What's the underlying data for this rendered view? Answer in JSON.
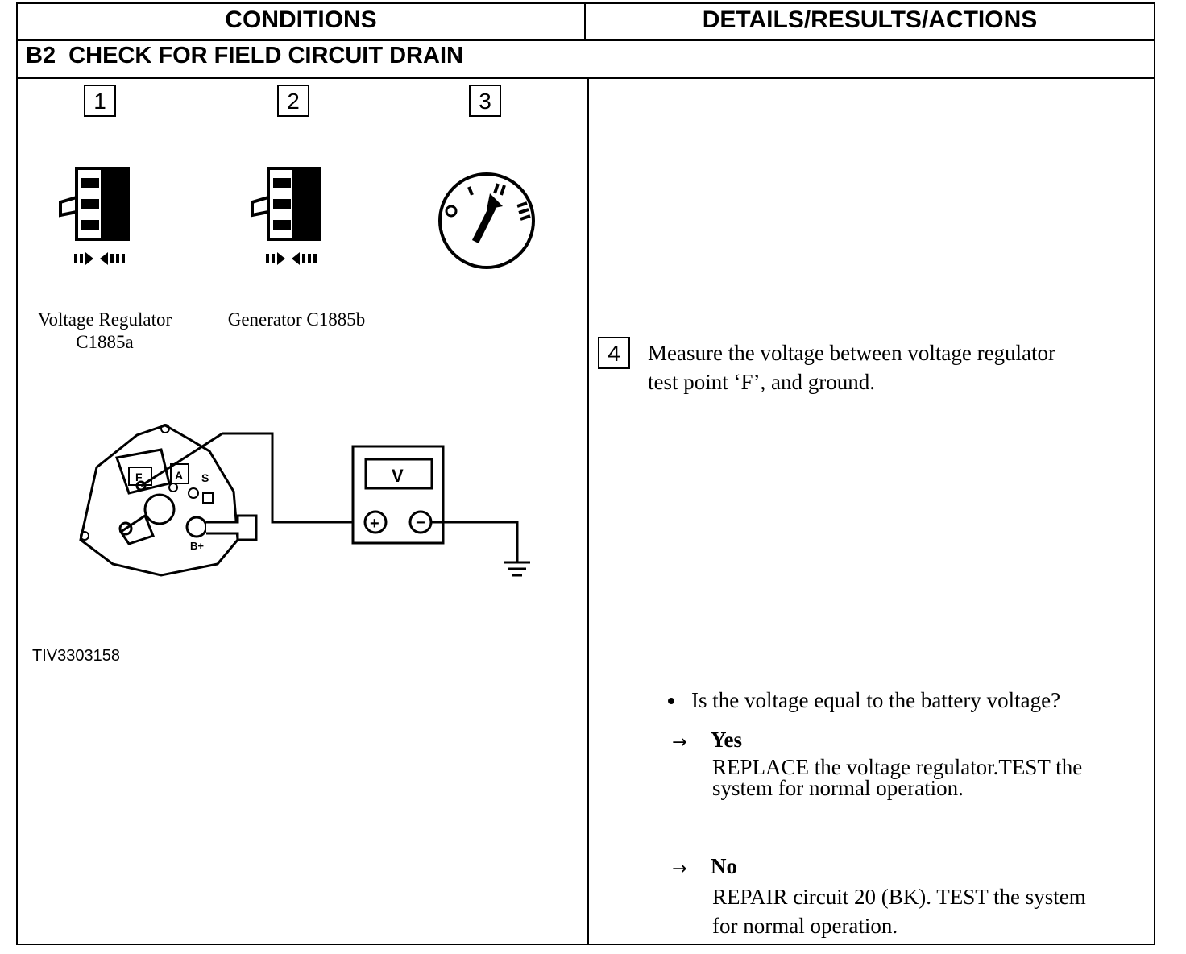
{
  "header": {
    "conditions": "CONDITIONS",
    "details": "DETAILS/RESULTS/ACTIONS"
  },
  "test_step": {
    "title": "B2  CHECK FOR FIELD CIRCUIT DRAIN"
  },
  "illustration": {
    "steps": [
      "1",
      "2",
      "3"
    ],
    "captions": {
      "connector_a_line1": "Voltage Regulator",
      "connector_a_line2": "C1885a",
      "connector_b": "Generator C1885b"
    },
    "generator_terminal_labels": [
      "F",
      "A",
      "S",
      "B+"
    ],
    "meter_label": "V",
    "meter_plus": "+",
    "meter_minus": "−",
    "figure_id": "TIV3303158"
  },
  "action": {
    "step_number": "4",
    "instruction_line1": "Measure the voltage between voltage regulator",
    "instruction_line2": "test point ‘F’, and ground.",
    "question": "Is the voltage equal to the battery voltage?",
    "yes_label": "Yes",
    "yes_line1": "REPLACE the voltage regulator.TEST the",
    "yes_line2": "system for normal operation.",
    "no_label": "No",
    "no_line1": "REPAIR circuit 20 (BK). TEST the system",
    "no_line2": "for normal operation."
  },
  "icons": {
    "connector": "connector-disconnect-icon",
    "ignition": "ignition-switch-icon",
    "arrow": "right-arrow-icon"
  }
}
